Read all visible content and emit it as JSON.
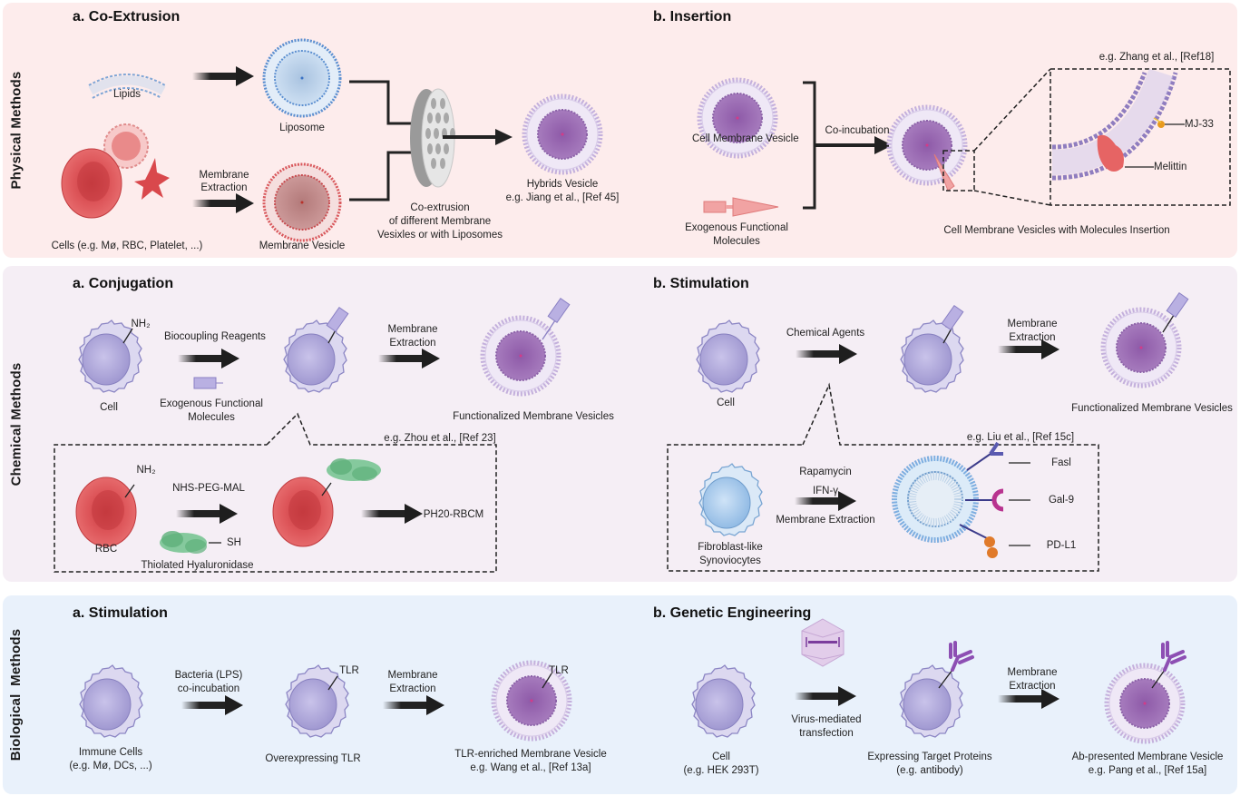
{
  "sections": {
    "physical": {
      "label": "Physical Methods",
      "a": {
        "title": "a. Co-Extrusion",
        "lipids": "Lipids",
        "liposome": "Liposome",
        "cells": "Cells (e.g. Mø, RBC, Platelet, ...)",
        "extraction_1": "Membrane",
        "extraction_2": "Extraction",
        "membrane_vesicle": "Membrane Vesicle",
        "coext_1": "Co-extrusion",
        "coext_2": "of different Membrane",
        "coext_3": "Vesixles or with Liposomes",
        "hybrid_1": "Hybrids Vesicle",
        "hybrid_2": "e.g. Jiang et al., [Ref 45]"
      },
      "b": {
        "title": "b. Insertion",
        "cmv": "Cell Membrane Vesicle",
        "exo_1": "Exogenous Functional",
        "exo_2": "Molecules",
        "coincubation": "Co-incubation",
        "ref": "e.g. Zhang et al., [Ref18]",
        "mj33": "MJ-33",
        "melittin": "Melittin",
        "result": "Cell Membrane Vesicles with Molecules Insertion"
      }
    },
    "chemical": {
      "label": "Chemical Methods",
      "a": {
        "title": "a. Conjugation",
        "nh2": "NH₂",
        "cell": "Cell",
        "reagents": "Biocoupling Reagents",
        "exo_1": "Exogenous Functional",
        "exo_2": "Molecules",
        "extraction_1": "Membrane",
        "extraction_2": "Extraction",
        "result": "Functionalized Membrane Vesicles",
        "ref": "e.g. Zhou et al., [Ref 23]",
        "rbc_nh2": "NH₂",
        "rbc": "RBC",
        "linker": "NHS-PEG-MAL",
        "sh": "SH",
        "enzyme": "Thiolated Hyaluronidase",
        "product": "PH20-RBCM"
      },
      "b": {
        "title": "b. Stimulation",
        "cell": "Cell",
        "agents": "Chemical Agents",
        "extraction_1": "Membrane",
        "extraction_2": "Extraction",
        "result": "Functionalized Membrane Vesicles",
        "ref": "e.g. Liu et al., [Ref 15c]",
        "fls_1": "Fibroblast-like",
        "fls_2": "Synoviocytes",
        "rapamycin": "Rapamycin",
        "ifn": "IFN-γ",
        "me": "Membrane Extraction",
        "fasl": "Fasl",
        "gal9": "Gal-9",
        "pdl1": "PD-L1"
      }
    },
    "biological": {
      "label": "Biological  Methods",
      "a": {
        "title": "a. Stimulation",
        "immune_1": "Immune Cells",
        "immune_2": "(e.g. Mø, DCs, ...)",
        "bact_1": "Bacteria (LPS)",
        "bact_2": "co-incubation",
        "tlr_cell": "TLR",
        "overexp": "Overexpressing TLR",
        "extraction_1": "Membrane",
        "extraction_2": "Extraction",
        "tlr_ves": "TLR",
        "result_1": "TLR-enriched Membrane Vesicle",
        "result_2": "e.g. Wang et al., [Ref 13a]"
      },
      "b": {
        "title": "b. Genetic Engineering",
        "cell_1": "Cell",
        "cell_2": "(e.g. HEK 293T)",
        "virus_1": "Virus-mediated",
        "virus_2": "transfection",
        "target_1": "Expressing Target Proteins",
        "target_2": "(e.g. antibody)",
        "extraction_1": "Membrane",
        "extraction_2": "Extraction",
        "result_1": "Ab-presented Membrane Vesicle",
        "result_2": "e.g. Pang et al., [Ref 15a]"
      }
    }
  },
  "colors": {
    "physical_bg": "#fdecec",
    "chemical_bg": "#f5eef5",
    "biological_bg": "#e9f1fb",
    "vesicle_purple": "#9b6fb6",
    "cell_lavender": "#b9b2dc",
    "liposome_blue": "#6f9fd8",
    "rbc_red": "#d9484c",
    "enzyme_green": "#6cbf86"
  }
}
